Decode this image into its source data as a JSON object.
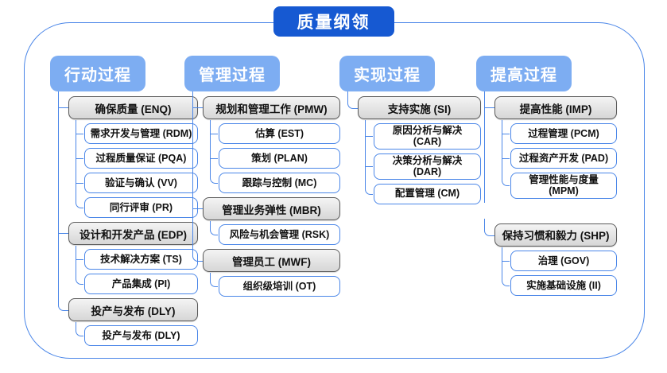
{
  "title": "质量纲领",
  "colors": {
    "title_bg": "#1659d2",
    "header_bg": "#7dadf2",
    "connector": "#4a86e8",
    "frame_border": "#4a86e8",
    "item_border": "#4a86e8",
    "group_border": "#5a5a5a",
    "group_bg_top": "#f4f4f4",
    "group_bg_bottom": "#d6d6d6",
    "text_dark": "#111111",
    "text_light": "#ffffff"
  },
  "columns": [
    {
      "header": "行动过程",
      "groups": [
        {
          "label": "确保质量 (ENQ)",
          "items": [
            "需求开发与管理 (RDM)",
            "过程质量保证 (PQA)",
            "验证与确认 (VV)",
            "同行评审 (PR)"
          ]
        },
        {
          "label": "设计和开发产品 (EDP)",
          "items": [
            "技术解决方案 (TS)",
            "产品集成 (PI)"
          ]
        },
        {
          "label": "投产与发布 (DLY)",
          "items": [
            "投产与发布 (DLY)"
          ]
        }
      ]
    },
    {
      "header": "管理过程",
      "groups": [
        {
          "label": "规划和管理工作 (PMW)",
          "items": [
            "估算 (EST)",
            "策划 (PLAN)",
            "跟踪与控制 (MC)"
          ]
        },
        {
          "label": "管理业务弹性 (MBR)",
          "items": [
            "风险与机会管理 (RSK)"
          ]
        },
        {
          "label": "管理员工 (MWF)",
          "items": [
            "组织级培训 (OT)"
          ]
        }
      ]
    },
    {
      "header": "实现过程",
      "groups": [
        {
          "label": "支持实施 (SI)",
          "items": [
            "原因分析与解决 (CAR)",
            "决策分析与解决 (DAR)",
            "配置管理 (CM)"
          ]
        }
      ]
    },
    {
      "header": "提高过程",
      "groups": [
        {
          "label": "提高性能 (IMP)",
          "items": [
            "过程管理 (PCM)",
            "过程资产开发 (PAD)",
            "管理性能与度量 (MPM)"
          ]
        },
        {
          "label": "保持习惯和毅力 (SHP)",
          "items": [
            "治理 (GOV)",
            "实施基础设施 (II)"
          ]
        }
      ]
    }
  ]
}
